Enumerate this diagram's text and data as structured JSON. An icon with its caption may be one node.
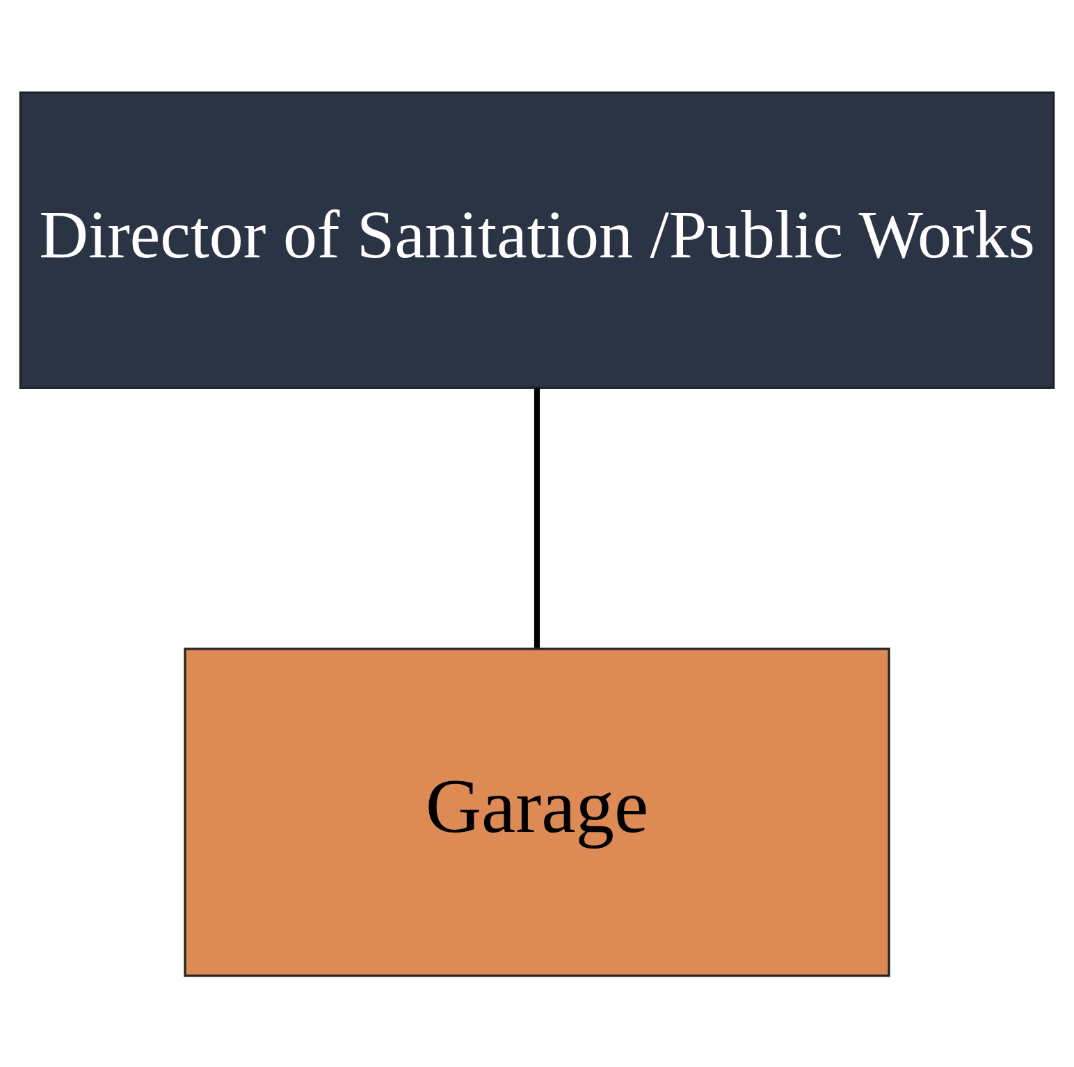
{
  "diagram": {
    "nodes": [
      {
        "text": [
          "Director of Sanitation /Public Works"
        ]
      },
      {
        "text": [
          "Garage"
        ]
      }
    ],
    "edges": [
      {
        "from": 0,
        "to": 1,
        "arrow": "none"
      }
    ]
  }
}
